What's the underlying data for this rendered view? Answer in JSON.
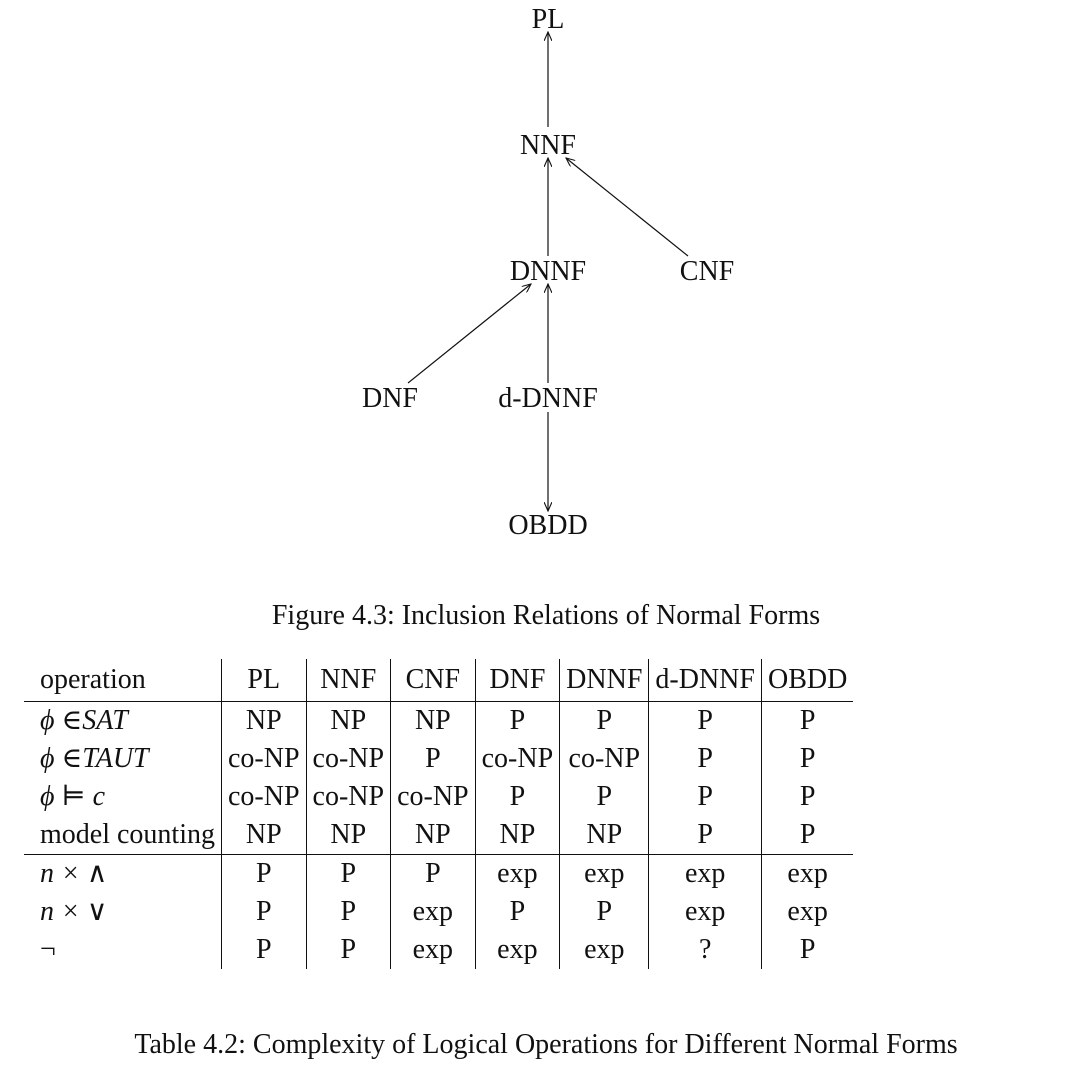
{
  "figure": {
    "nodes": {
      "pl": "PL",
      "nnf": "NNF",
      "dnnf": "DNNF",
      "cnf": "CNF",
      "dnf": "DNF",
      "d_dnnf": "d-DNNF",
      "obdd": "OBDD"
    },
    "edges": [
      {
        "from": "NNF",
        "to": "PL"
      },
      {
        "from": "DNNF",
        "to": "NNF"
      },
      {
        "from": "CNF",
        "to": "NNF"
      },
      {
        "from": "DNF",
        "to": "DNNF"
      },
      {
        "from": "d-DNNF",
        "to": "DNNF"
      },
      {
        "from": "d-DNNF",
        "to": "OBDD"
      }
    ],
    "caption": "Figure 4.3: Inclusion Relations of Normal Forms"
  },
  "table": {
    "header": [
      "operation",
      "PL",
      "NNF",
      "CNF",
      "DNF",
      "DNNF",
      "d-DNNF",
      "OBDD"
    ],
    "rows": [
      {
        "op": "ϕ ∈SAT",
        "cells": [
          "NP",
          "NP",
          "NP",
          "P",
          "P",
          "P",
          "P"
        ]
      },
      {
        "op": "ϕ ∈TAUT",
        "cells": [
          "co-NP",
          "co-NP",
          "P",
          "co-NP",
          "co-NP",
          "P",
          "P"
        ]
      },
      {
        "op": "ϕ ⊨ c",
        "cells": [
          "co-NP",
          "co-NP",
          "co-NP",
          "P",
          "P",
          "P",
          "P"
        ]
      },
      {
        "op": "model counting",
        "cells": [
          "NP",
          "NP",
          "NP",
          "NP",
          "NP",
          "P",
          "P"
        ]
      },
      {
        "op": "n × ∧",
        "cells": [
          "P",
          "P",
          "P",
          "exp",
          "exp",
          "exp",
          "exp"
        ]
      },
      {
        "op": "n × ∨",
        "cells": [
          "P",
          "P",
          "exp",
          "P",
          "P",
          "exp",
          "exp"
        ]
      },
      {
        "op": "¬",
        "cells": [
          "P",
          "P",
          "exp",
          "exp",
          "exp",
          "?",
          "P"
        ]
      }
    ],
    "caption": "Table 4.2: Complexity of Logical Operations for Different Normal Forms"
  }
}
